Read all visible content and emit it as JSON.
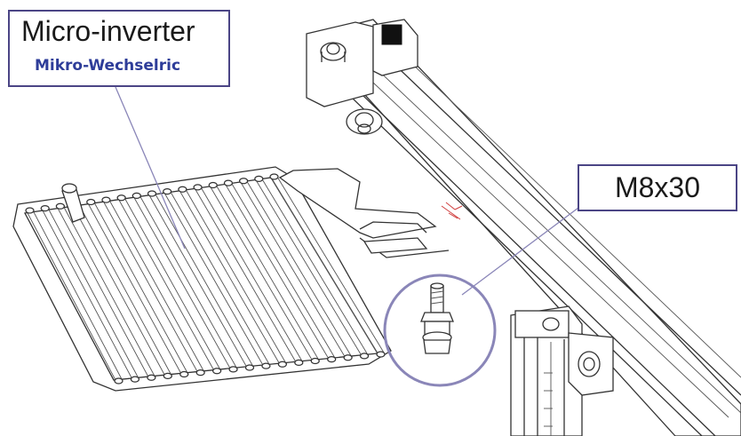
{
  "callouts": {
    "inverter": {
      "title": "Micro-inverter",
      "subtitle": "Mikro-Wechselric"
    },
    "bolt": {
      "label": "M8x30"
    }
  },
  "colors": {
    "callout_border": "#4b4585",
    "leader_line": "#8a86b8",
    "subtitle_text": "#2e3d99",
    "drawing_line": "#333333",
    "red_mark": "#d04040"
  }
}
